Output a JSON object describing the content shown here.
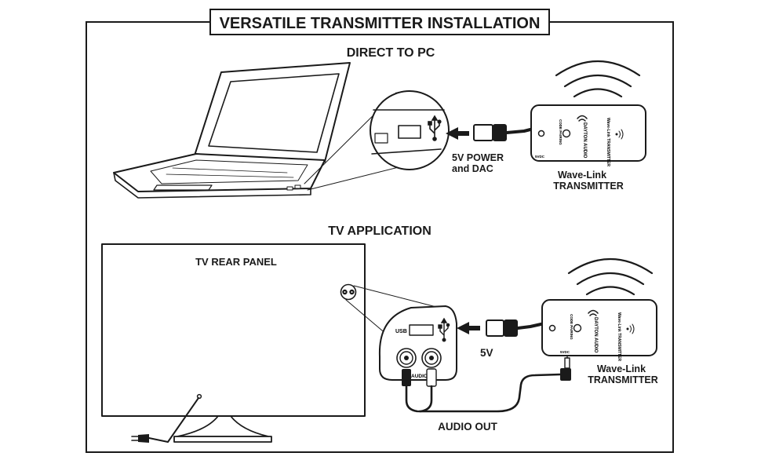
{
  "title": "VERSATILE TRANSMITTER INSTALLATION",
  "sections": {
    "pc": {
      "heading": "DIRECT TO PC",
      "cable_label_1": "5V POWER",
      "cable_label_2": "and DAC",
      "transmitter_label_1": "Wave-Link",
      "transmitter_label_2": "TRANSMITTER"
    },
    "tv": {
      "heading": "TV APPLICATION",
      "panel_label": "TV REAR PANEL",
      "usb_label": "USB",
      "audio_label": "AUDIO",
      "cable_label": "5V",
      "audio_out_label": "AUDIO OUT",
      "transmitter_label_1": "Wave-Link",
      "transmitter_label_2": "TRANSMITTER"
    }
  },
  "device_text": {
    "brand": "DAYTON AUDIO",
    "product": "Wave-Link TRANSMITTER",
    "button": "CODE PAIRING",
    "power": "5VDC"
  },
  "icons": {
    "usb": "usb-trident-icon",
    "wireless": "wireless-waves-icon",
    "arrow": "left-arrow-icon"
  }
}
